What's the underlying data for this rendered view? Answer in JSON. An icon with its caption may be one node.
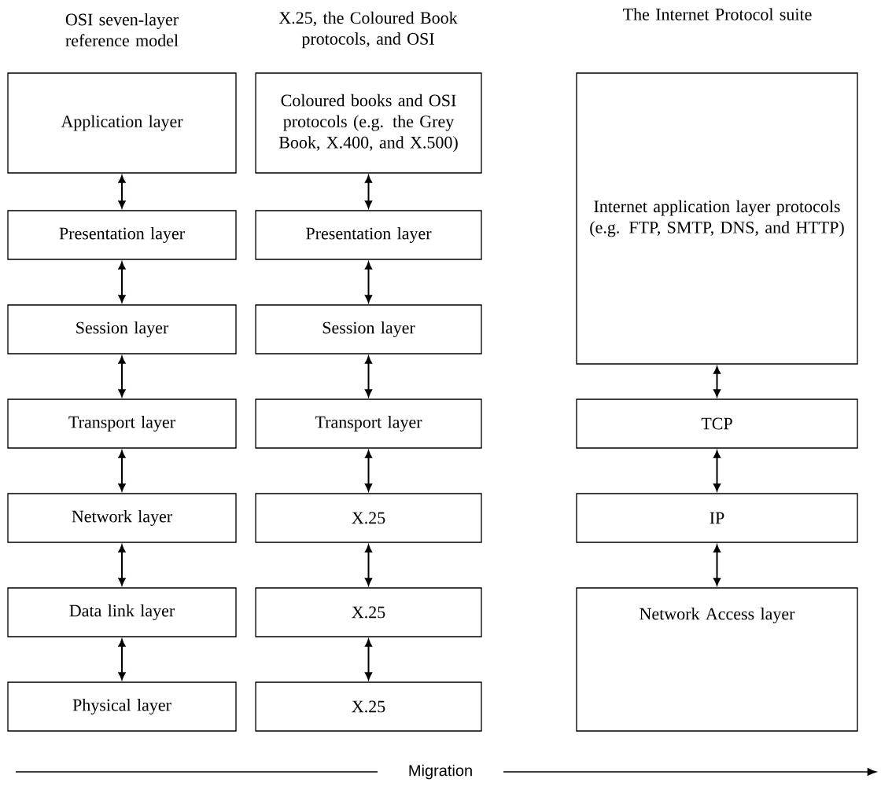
{
  "diagram": {
    "nodes": [
      {
        "text": [
          "Application layer"
        ]
      },
      {
        "text": [
          "Presentation layer"
        ]
      },
      {
        "text": [
          "Session layer"
        ]
      },
      {
        "text": [
          "Transport layer"
        ]
      },
      {
        "text": [
          "Network layer"
        ]
      },
      {
        "text": [
          "Data link layer"
        ]
      },
      {
        "text": [
          "Physical layer"
        ]
      },
      {
        "text": [
          "Coloured books and OSI protocols (e.g. the Grey Book, X.400, and X.500)"
        ]
      },
      {
        "text": [
          "Presentation layer"
        ]
      },
      {
        "text": [
          "Session layer"
        ]
      },
      {
        "text": [
          "Transport layer"
        ]
      },
      {
        "text": [
          "X.25"
        ]
      },
      {
        "text": [
          "X.25"
        ]
      },
      {
        "text": [
          "X.25"
        ]
      },
      {
        "text": [
          "Internet application layer protocols (e.g. FTP, SMTP, DNS, and HTTP)"
        ]
      },
      {
        "text": [
          "TCP"
        ]
      },
      {
        "text": [
          "IP"
        ]
      },
      {
        "text": [
          "Network Access layer"
        ]
      }
    ],
    "edges": [
      {
        "from": 0,
        "to": 1,
        "arrow": "both"
      },
      {
        "from": 1,
        "to": 2,
        "arrow": "both"
      },
      {
        "from": 2,
        "to": 3,
        "arrow": "both"
      },
      {
        "from": 3,
        "to": 4,
        "arrow": "both"
      },
      {
        "from": 4,
        "to": 5,
        "arrow": "both"
      },
      {
        "from": 5,
        "to": 6,
        "arrow": "both"
      },
      {
        "from": 7,
        "to": 8,
        "arrow": "both"
      },
      {
        "from": 8,
        "to": 9,
        "arrow": "both"
      },
      {
        "from": 9,
        "to": 10,
        "arrow": "both"
      },
      {
        "from": 10,
        "to": 11,
        "arrow": "both"
      },
      {
        "from": 11,
        "to": 12,
        "arrow": "both"
      },
      {
        "from": 12,
        "to": 13,
        "arrow": "both"
      },
      {
        "from": 14,
        "to": 15,
        "arrow": "both"
      },
      {
        "from": 15,
        "to": 16,
        "arrow": "both"
      },
      {
        "from": 16,
        "to": 17,
        "arrow": "both"
      }
    ],
    "labels": [
      "OSI seven-layer reference model",
      "X.25, the Coloured Book protocols, and OSI",
      "The Internet Protocol suite",
      "Migration"
    ]
  }
}
